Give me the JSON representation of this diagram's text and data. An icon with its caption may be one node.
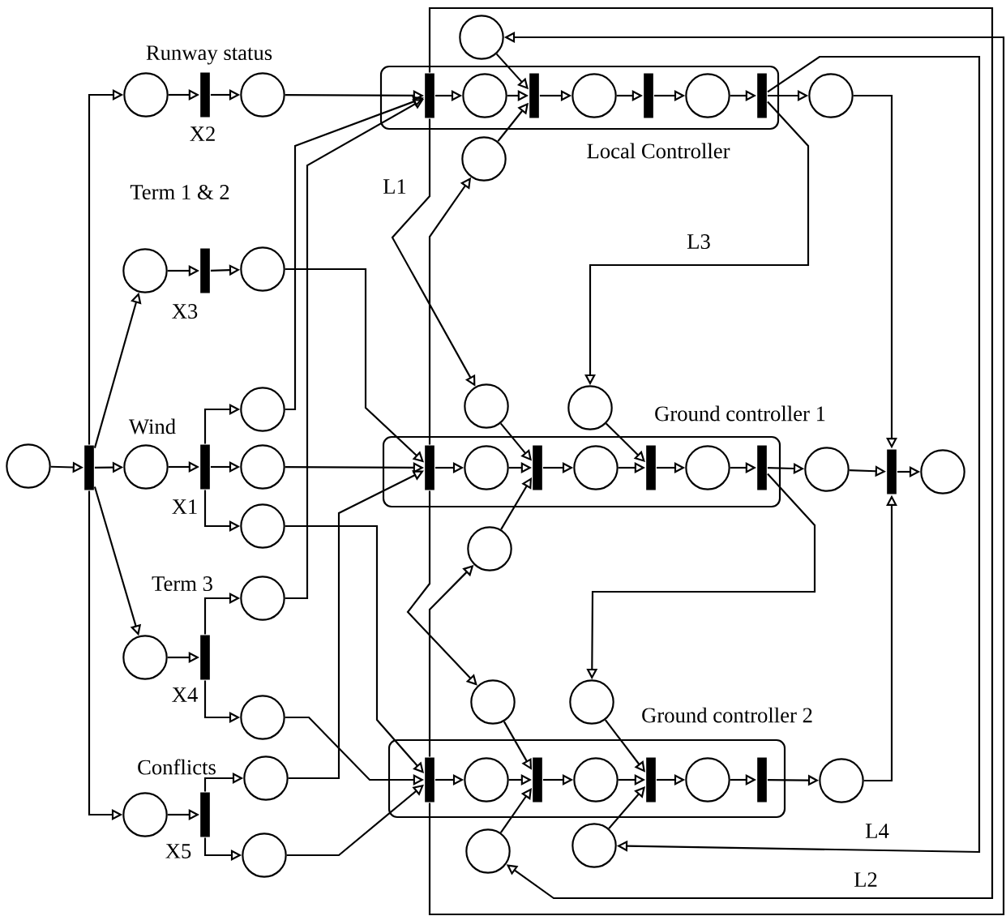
{
  "diagram": {
    "nodes": [
      {
        "text": [],
        "shape": "circle"
      },
      {
        "text": [],
        "shape": "bar"
      },
      {
        "text": [],
        "shape": "circle"
      },
      {
        "text": [],
        "shape": "bar"
      },
      {
        "text": [],
        "shape": "circle"
      },
      {
        "text": [],
        "shape": "circle"
      },
      {
        "text": [],
        "shape": "bar"
      },
      {
        "text": [],
        "shape": "circle"
      },
      {
        "text": [],
        "shape": "circle"
      },
      {
        "text": [],
        "shape": "bar"
      },
      {
        "text": [],
        "shape": "circle"
      },
      {
        "text": [],
        "shape": "circle"
      },
      {
        "text": [],
        "shape": "circle"
      },
      {
        "text": [],
        "shape": "circle"
      },
      {
        "text": [],
        "shape": "bar"
      },
      {
        "text": [],
        "shape": "circle"
      },
      {
        "text": [],
        "shape": "circle"
      },
      {
        "text": [],
        "shape": "circle"
      },
      {
        "text": [],
        "shape": "bar"
      },
      {
        "text": [],
        "shape": "circle"
      },
      {
        "text": [],
        "shape": "circle"
      },
      {
        "text": [
          "Local Controller"
        ]
      },
      {
        "text": [],
        "shape": "bar",
        "in": 21
      },
      {
        "text": [],
        "shape": "circle",
        "in": 21
      },
      {
        "text": [],
        "shape": "bar",
        "in": 21
      },
      {
        "text": [],
        "shape": "circle",
        "in": 21
      },
      {
        "text": [],
        "shape": "bar",
        "in": 21
      },
      {
        "text": [],
        "shape": "circle",
        "in": 21
      },
      {
        "text": [],
        "shape": "bar",
        "in": 21
      },
      {
        "text": [],
        "shape": "circle"
      },
      {
        "text": [],
        "shape": "circle"
      },
      {
        "text": [],
        "shape": "circle"
      },
      {
        "text": [
          "Ground controller 1"
        ]
      },
      {
        "text": [],
        "shape": "bar",
        "in": 32
      },
      {
        "text": [],
        "shape": "circle",
        "in": 32
      },
      {
        "text": [],
        "shape": "bar",
        "in": 32
      },
      {
        "text": [],
        "shape": "circle",
        "in": 32
      },
      {
        "text": [],
        "shape": "bar",
        "in": 32
      },
      {
        "text": [],
        "shape": "circle",
        "in": 32
      },
      {
        "text": [],
        "shape": "bar",
        "in": 32
      },
      {
        "text": [],
        "shape": "circle"
      },
      {
        "text": [],
        "shape": "circle"
      },
      {
        "text": [],
        "shape": "circle"
      },
      {
        "text": [],
        "shape": "circle"
      },
      {
        "text": [],
        "shape": "bar"
      },
      {
        "text": [],
        "shape": "circle"
      },
      {
        "text": [
          "Ground controller 2"
        ]
      },
      {
        "text": [],
        "shape": "bar",
        "in": 46
      },
      {
        "text": [],
        "shape": "circle",
        "in": 46
      },
      {
        "text": [],
        "shape": "bar",
        "in": 46
      },
      {
        "text": [],
        "shape": "circle",
        "in": 46
      },
      {
        "text": [],
        "shape": "bar",
        "in": 46
      },
      {
        "text": [],
        "shape": "circle",
        "in": 46
      },
      {
        "text": [],
        "shape": "bar",
        "in": 46
      },
      {
        "text": [],
        "shape": "circle"
      },
      {
        "text": [],
        "shape": "circle"
      },
      {
        "text": [],
        "shape": "circle"
      },
      {
        "text": [],
        "shape": "circle"
      },
      {
        "text": [],
        "shape": "circle"
      }
    ],
    "edges": [
      {
        "from": 0,
        "to": 1,
        "arrow": "to"
      },
      {
        "from": 1,
        "to": 2,
        "arrow": "to"
      },
      {
        "from": 1,
        "to": 5,
        "arrow": "to"
      },
      {
        "from": 1,
        "to": 8,
        "arrow": "to"
      },
      {
        "from": 1,
        "to": 13,
        "arrow": "to"
      },
      {
        "from": 1,
        "to": 17,
        "arrow": "to"
      },
      {
        "from": 2,
        "to": 3,
        "arrow": "to"
      },
      {
        "from": 3,
        "to": 4,
        "arrow": "to"
      },
      {
        "from": 5,
        "to": 6,
        "arrow": "to"
      },
      {
        "from": 6,
        "to": 7,
        "arrow": "to"
      },
      {
        "from": 8,
        "to": 9,
        "arrow": "to"
      },
      {
        "from": 9,
        "to": 10,
        "arrow": "to"
      },
      {
        "from": 9,
        "to": 11,
        "arrow": "to"
      },
      {
        "from": 9,
        "to": 12,
        "arrow": "to"
      },
      {
        "from": 13,
        "to": 14,
        "arrow": "to"
      },
      {
        "from": 14,
        "to": 15,
        "arrow": "to"
      },
      {
        "from": 14,
        "to": 16,
        "arrow": "to"
      },
      {
        "from": 17,
        "to": 18,
        "arrow": "to"
      },
      {
        "from": 18,
        "to": 19,
        "arrow": "to"
      },
      {
        "from": 18,
        "to": 20,
        "arrow": "to"
      },
      {
        "from": 4,
        "to": 22,
        "arrow": "to"
      },
      {
        "from": 10,
        "to": 22,
        "arrow": "to"
      },
      {
        "from": 15,
        "to": 22,
        "arrow": "to"
      },
      {
        "from": 7,
        "to": 33,
        "arrow": "to"
      },
      {
        "from": 11,
        "to": 33,
        "arrow": "to"
      },
      {
        "from": 19,
        "to": 33,
        "arrow": "to"
      },
      {
        "from": 12,
        "to": 47,
        "arrow": "to"
      },
      {
        "from": 16,
        "to": 47,
        "arrow": "to"
      },
      {
        "from": 20,
        "to": 47,
        "arrow": "to"
      },
      {
        "from": 22,
        "to": 23,
        "arrow": "to"
      },
      {
        "from": 23,
        "to": 24,
        "arrow": "to"
      },
      {
        "from": 24,
        "to": 25,
        "arrow": "to"
      },
      {
        "from": 25,
        "to": 26,
        "arrow": "to"
      },
      {
        "from": 26,
        "to": 27,
        "arrow": "to"
      },
      {
        "from": 27,
        "to": 28,
        "arrow": "to"
      },
      {
        "from": 28,
        "to": 31,
        "arrow": "to"
      },
      {
        "from": 29,
        "to": 24,
        "arrow": "to"
      },
      {
        "from": 30,
        "to": 24,
        "arrow": "to"
      },
      {
        "from": 31,
        "to": 44,
        "arrow": "to"
      },
      {
        "from": 33,
        "to": 34,
        "arrow": "to"
      },
      {
        "from": 34,
        "to": 35,
        "arrow": "to"
      },
      {
        "from": 35,
        "to": 36,
        "arrow": "to"
      },
      {
        "from": 36,
        "to": 37,
        "arrow": "to"
      },
      {
        "from": 37,
        "to": 38,
        "arrow": "to"
      },
      {
        "from": 38,
        "to": 39,
        "arrow": "to"
      },
      {
        "from": 39,
        "to": 43,
        "arrow": "to"
      },
      {
        "from": 43,
        "to": 44,
        "arrow": "to"
      },
      {
        "from": 44,
        "to": 45,
        "arrow": "to"
      },
      {
        "from": 40,
        "to": 35,
        "arrow": "to"
      },
      {
        "from": 42,
        "to": 35,
        "arrow": "to"
      },
      {
        "from": 41,
        "to": 37,
        "arrow": "to"
      },
      {
        "from": 47,
        "to": 48,
        "arrow": "to"
      },
      {
        "from": 48,
        "to": 49,
        "arrow": "to"
      },
      {
        "from": 49,
        "to": 50,
        "arrow": "to"
      },
      {
        "from": 50,
        "to": 51,
        "arrow": "to"
      },
      {
        "from": 51,
        "to": 52,
        "arrow": "to"
      },
      {
        "from": 52,
        "to": 53,
        "arrow": "to"
      },
      {
        "from": 53,
        "to": 58,
        "arrow": "to"
      },
      {
        "from": 54,
        "to": 49,
        "arrow": "to"
      },
      {
        "from": 56,
        "to": 49,
        "arrow": "to"
      },
      {
        "from": 55,
        "to": 51,
        "arrow": "to"
      },
      {
        "from": 57,
        "to": 51,
        "arrow": "to"
      },
      {
        "from": 58,
        "to": 44,
        "arrow": "to"
      },
      {
        "from": 22,
        "to": 40,
        "arrow": "to",
        "label": "L1"
      },
      {
        "from": 22,
        "to": 56,
        "arrow": "to",
        "label": "L2"
      },
      {
        "from": 28,
        "to": 41,
        "arrow": "to",
        "label": "L3"
      },
      {
        "from": 28,
        "to": 57,
        "arrow": "to",
        "label": "L4"
      },
      {
        "from": 33,
        "to": 30,
        "arrow": "to"
      },
      {
        "from": 33,
        "to": 54,
        "arrow": "to"
      },
      {
        "from": 47,
        "to": 42,
        "arrow": "to"
      },
      {
        "from": 47,
        "to": 29,
        "arrow": "to"
      },
      {
        "from": 39,
        "to": 55,
        "arrow": "to"
      }
    ],
    "labels": [
      "Runway status",
      "X2",
      "Term 1 & 2",
      "X3",
      "Wind",
      "X1",
      "Term 3",
      "X4",
      "Conflicts",
      "X5"
    ]
  }
}
